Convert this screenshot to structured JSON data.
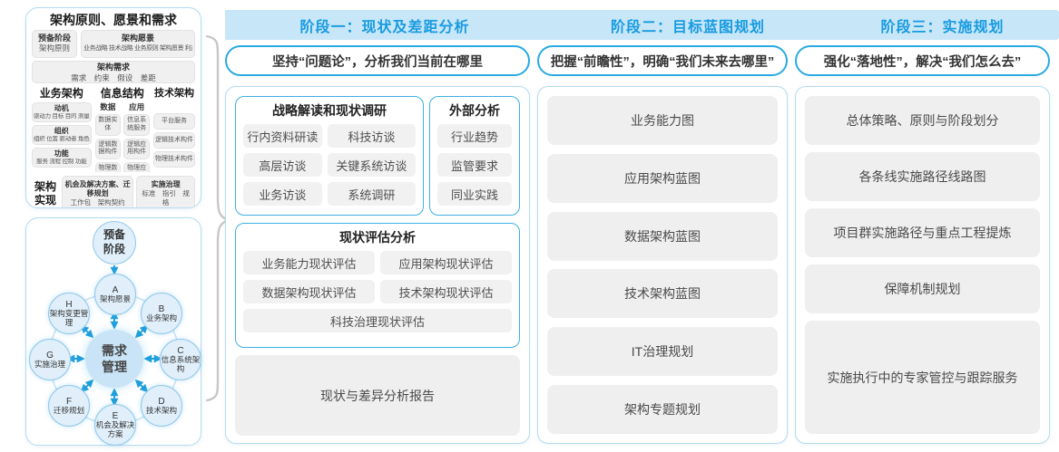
{
  "colors": {
    "accent_blue": "#29a9e2",
    "band_fill": "#c7e6f8",
    "band_text": "#189be0",
    "panel_border": "#b5dcf2",
    "subpanel_border": "#3fb0e4",
    "chip_bg": "#f1f1f1",
    "gray_box_bg": "#efefef",
    "circle_fill": "#e0effa",
    "circle_border": "#8fc8eb",
    "center_circle_fill": "#c8e4f6",
    "arrow_blue": "#1f9fde",
    "brace_gray": "#c8c8c8"
  },
  "left_top": {
    "title": "架构原则、愿景和需求",
    "prep_line1": "预备阶段",
    "prep_line2": "架构原则",
    "vision_title": "架构愿景",
    "vision_sub": "业务战略 技术战略 业务原则 架构愿景 利益相关者",
    "req_title": "架构需求",
    "req_sub": "需求　约束　假设　差距",
    "biz_title": "业务架构",
    "biz_chips": [
      {
        "t": "动机",
        "s": "驱动力 目标 目的 测量"
      },
      {
        "t": "组织",
        "s": "组织 位置 驱动者 角色"
      },
      {
        "t": "功能",
        "s": "服务 流程 控制 功能"
      }
    ],
    "info_title": "信息结构",
    "data_title": "数据",
    "data_chips": [
      "数据实体",
      "逻辑数据构件",
      "物理数据构件"
    ],
    "app_title": "应用",
    "app_chips": [
      "信息系统服务",
      "逻辑应用构件",
      "物理应用构件"
    ],
    "tech_title": "技术架构",
    "tech_chips": [
      "平台服务",
      "逻辑技术构件",
      "物理技术构件"
    ],
    "impl_label": "架构实现",
    "impl_box1_title": "机会及解决方案、迁移规划",
    "impl_box1_sub": "工作包　架构契约",
    "impl_box2_title": "实施治理",
    "impl_box2_sub": "标准　指引　规格"
  },
  "adm": {
    "prep": "预备阶段",
    "center": "需求管理",
    "nodes": [
      {
        "key": "A",
        "label": "架构愿景"
      },
      {
        "key": "B",
        "label": "业务架构"
      },
      {
        "key": "C",
        "label": "信息系统架构"
      },
      {
        "key": "D",
        "label": "技术架构"
      },
      {
        "key": "E",
        "label": "机会及解决方案"
      },
      {
        "key": "F",
        "label": "迁移规划"
      },
      {
        "key": "G",
        "label": "实施治理"
      },
      {
        "key": "H",
        "label": "架构变更管理"
      }
    ]
  },
  "phase1": {
    "header": "阶段一：现状及差距分析",
    "tagline": "坚持“问题论”，分析我们当前在哪里",
    "survey_title": "战略解读和现状调研",
    "survey_items": [
      "行内资料研读",
      "科技访谈",
      "高层访谈",
      "关键系统访谈",
      "业务访谈",
      "系统调研"
    ],
    "external_title": "外部分析",
    "external_items": [
      "行业趋势",
      "监管要求",
      "同业实践"
    ],
    "assess_title": "现状评估分析",
    "assess_items": [
      "业务能力现状评估",
      "应用架构现状评估",
      "数据架构现状评估",
      "技术架构现状评估"
    ],
    "assess_wide": "科技治理现状评估",
    "output": "现状与差异分析报告"
  },
  "phase2": {
    "header": "阶段二：目标蓝图规划",
    "tagline": "把握“前瞻性”，明确“我们未来去哪里”",
    "items": [
      "业务能力图",
      "应用架构蓝图",
      "数据架构蓝图",
      "技术架构蓝图",
      "IT治理规划",
      "架构专题规划"
    ]
  },
  "phase3": {
    "header": "阶段三：实施规划",
    "tagline": "强化“落地性”，解决“我们怎么去”",
    "items": [
      "总体策略、原则与阶段划分",
      "各条线实施路径线路图",
      "项目群实施路径与重点工程提炼",
      "保障机制规划"
    ],
    "tall_item": "实施执行中的专家管控与跟踪服务"
  }
}
